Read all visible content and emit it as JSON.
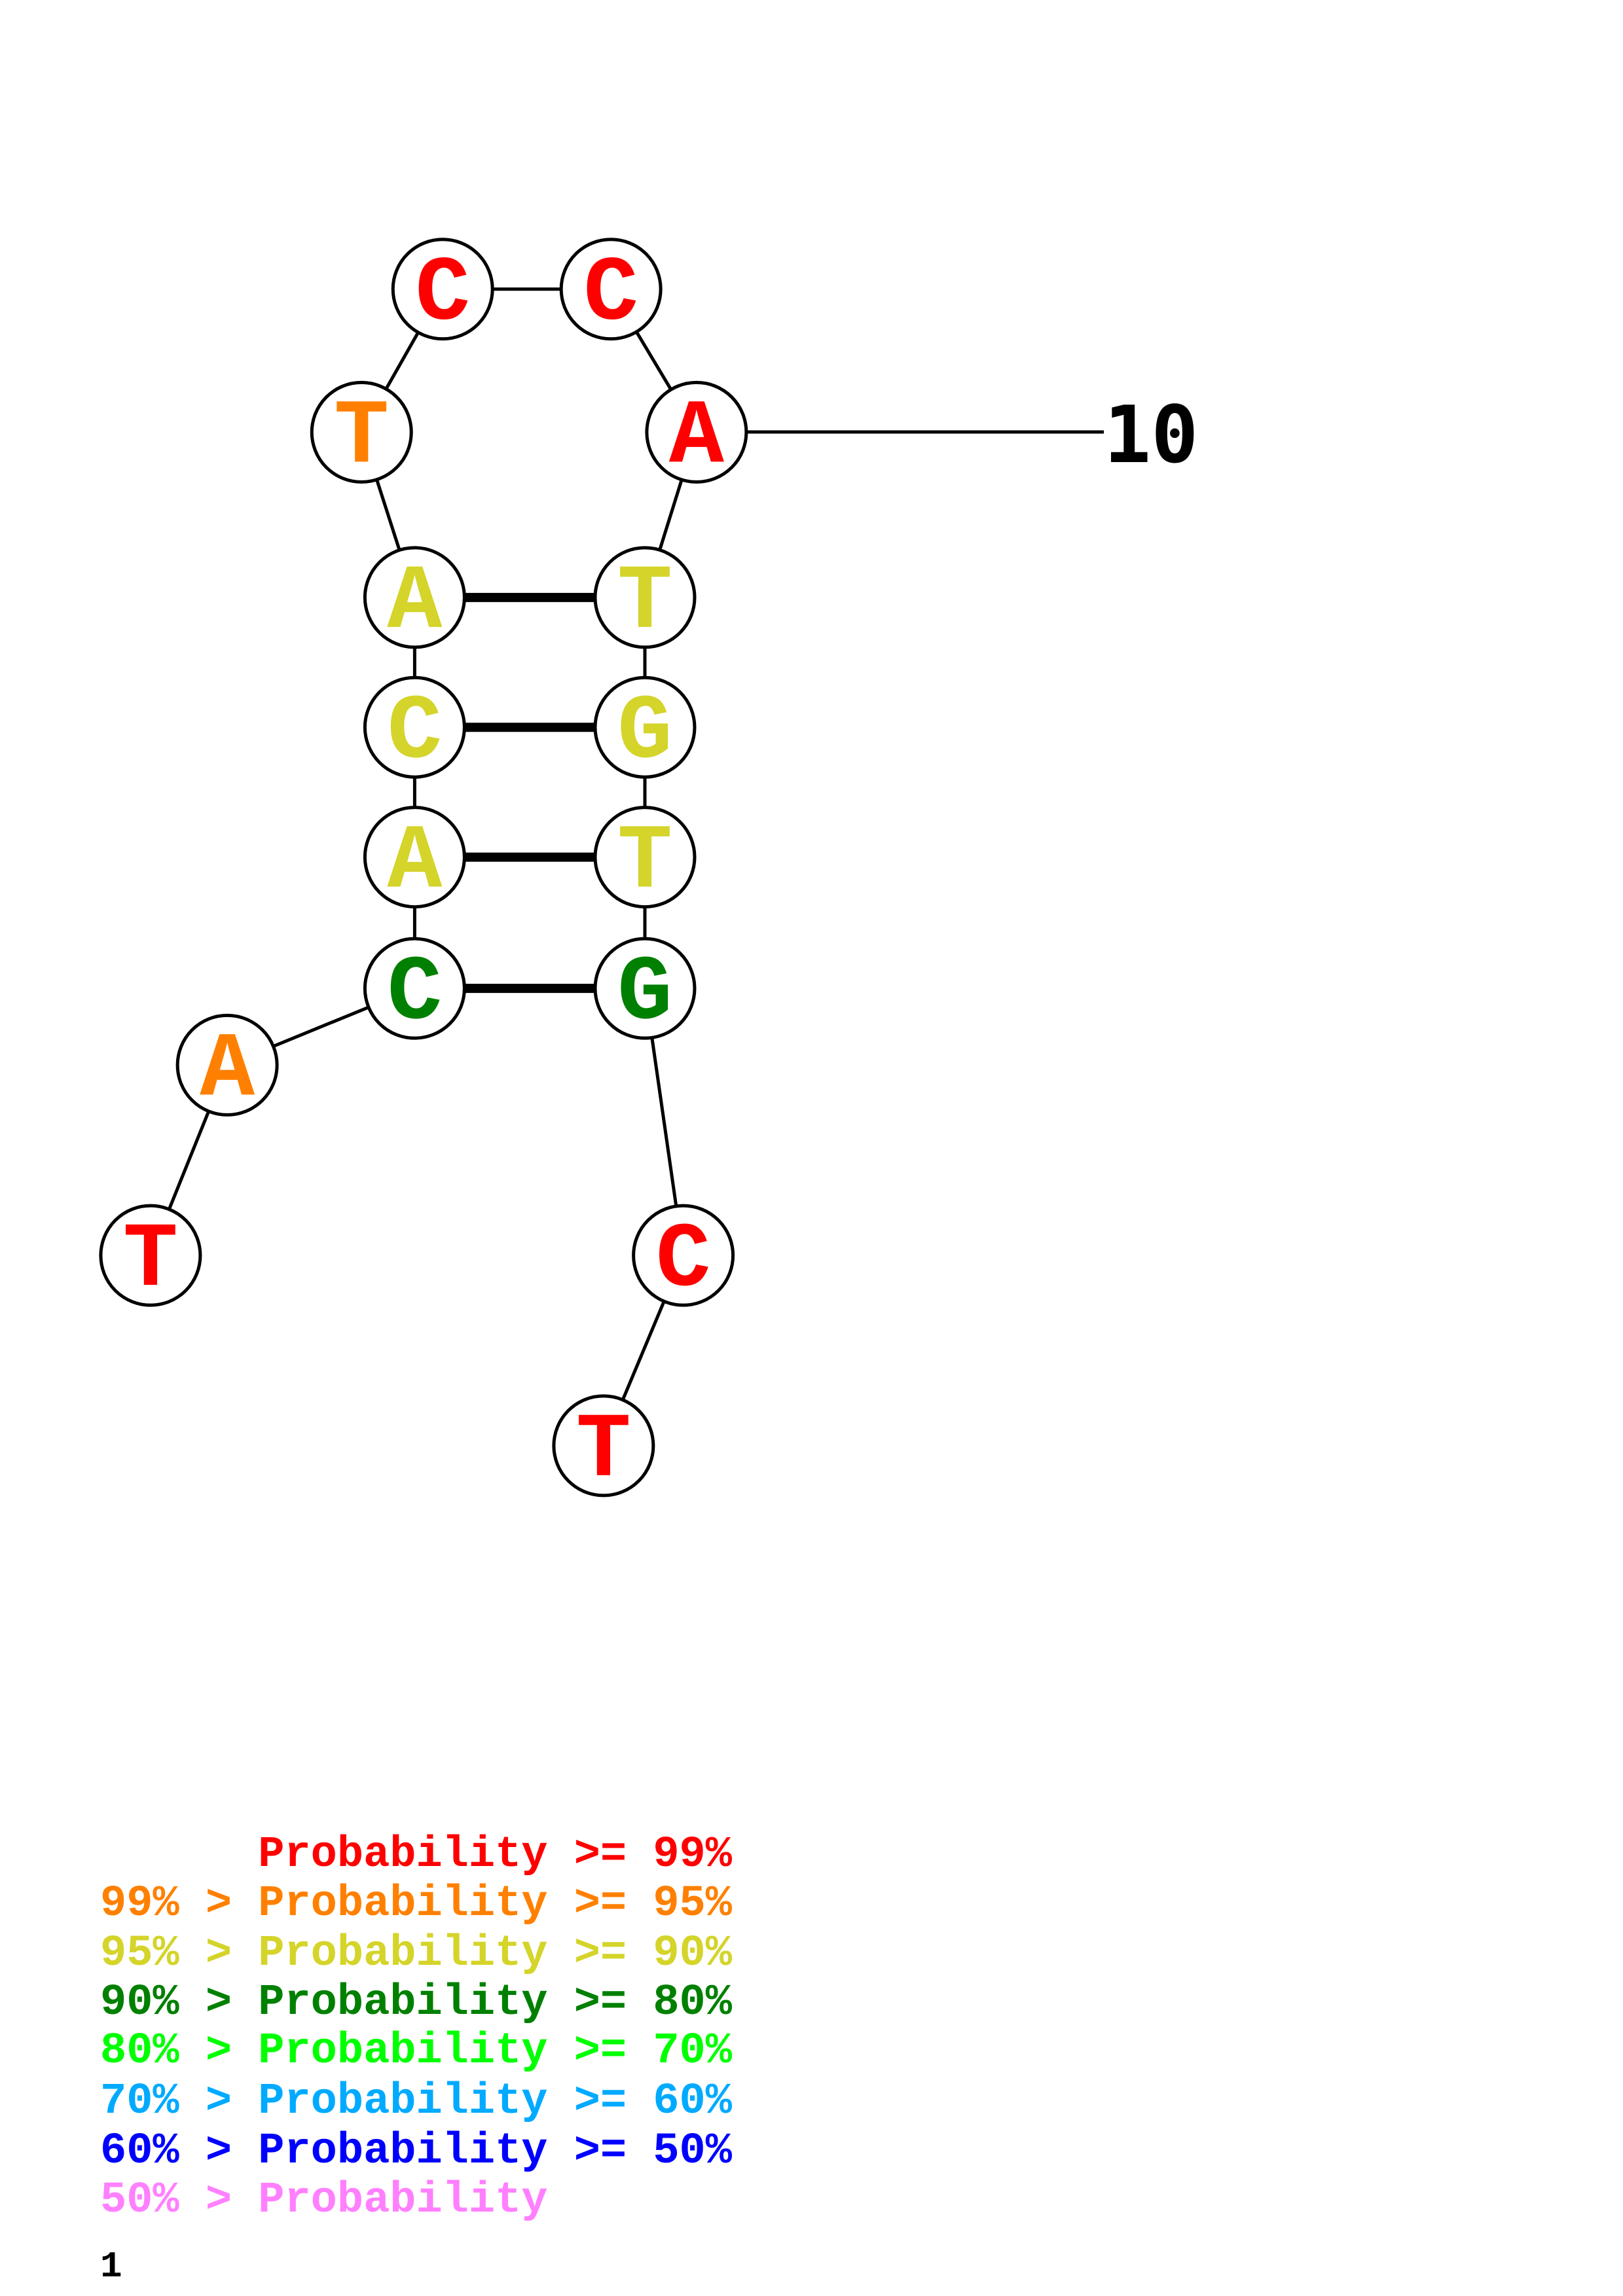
{
  "diagram": {
    "nucleotides": [
      {
        "base": "T",
        "color": "#ff0000"
      },
      {
        "base": "A",
        "color": "#ff8000"
      },
      {
        "base": "C",
        "color": "#008000"
      },
      {
        "base": "A",
        "color": "#d4d42a"
      },
      {
        "base": "C",
        "color": "#d4d42a"
      },
      {
        "base": "A",
        "color": "#d4d42a"
      },
      {
        "base": "T",
        "color": "#ff8000"
      },
      {
        "base": "C",
        "color": "#ff0000"
      },
      {
        "base": "C",
        "color": "#ff0000"
      },
      {
        "base": "A",
        "color": "#ff0000"
      },
      {
        "base": "T",
        "color": "#d4d42a"
      },
      {
        "base": "G",
        "color": "#d4d42a"
      },
      {
        "base": "T",
        "color": "#d4d42a"
      },
      {
        "base": "G",
        "color": "#008000"
      },
      {
        "base": "C",
        "color": "#ff0000"
      },
      {
        "base": "T",
        "color": "#ff0000"
      }
    ],
    "pairs": [
      [
        3,
        14
      ],
      [
        4,
        13
      ],
      [
        5,
        12
      ],
      [
        6,
        11
      ]
    ],
    "position_label": "10",
    "start_label": "1"
  },
  "legend": [
    {
      "text": "      Probability >= 99%",
      "color": "#ff0000"
    },
    {
      "text": "99% > Probability >= 95%",
      "color": "#ff8000"
    },
    {
      "text": "95% > Probability >= 90%",
      "color": "#d4d42a"
    },
    {
      "text": "90% > Probability >= 80%",
      "color": "#008000"
    },
    {
      "text": "80% > Probability >= 70%",
      "color": "#00ff00"
    },
    {
      "text": "70% > Probability >= 60%",
      "color": "#00aaff"
    },
    {
      "text": "60% > Probability >= 50%",
      "color": "#0000ff"
    },
    {
      "text": "50% > Probability",
      "color": "#ff80ff"
    }
  ]
}
